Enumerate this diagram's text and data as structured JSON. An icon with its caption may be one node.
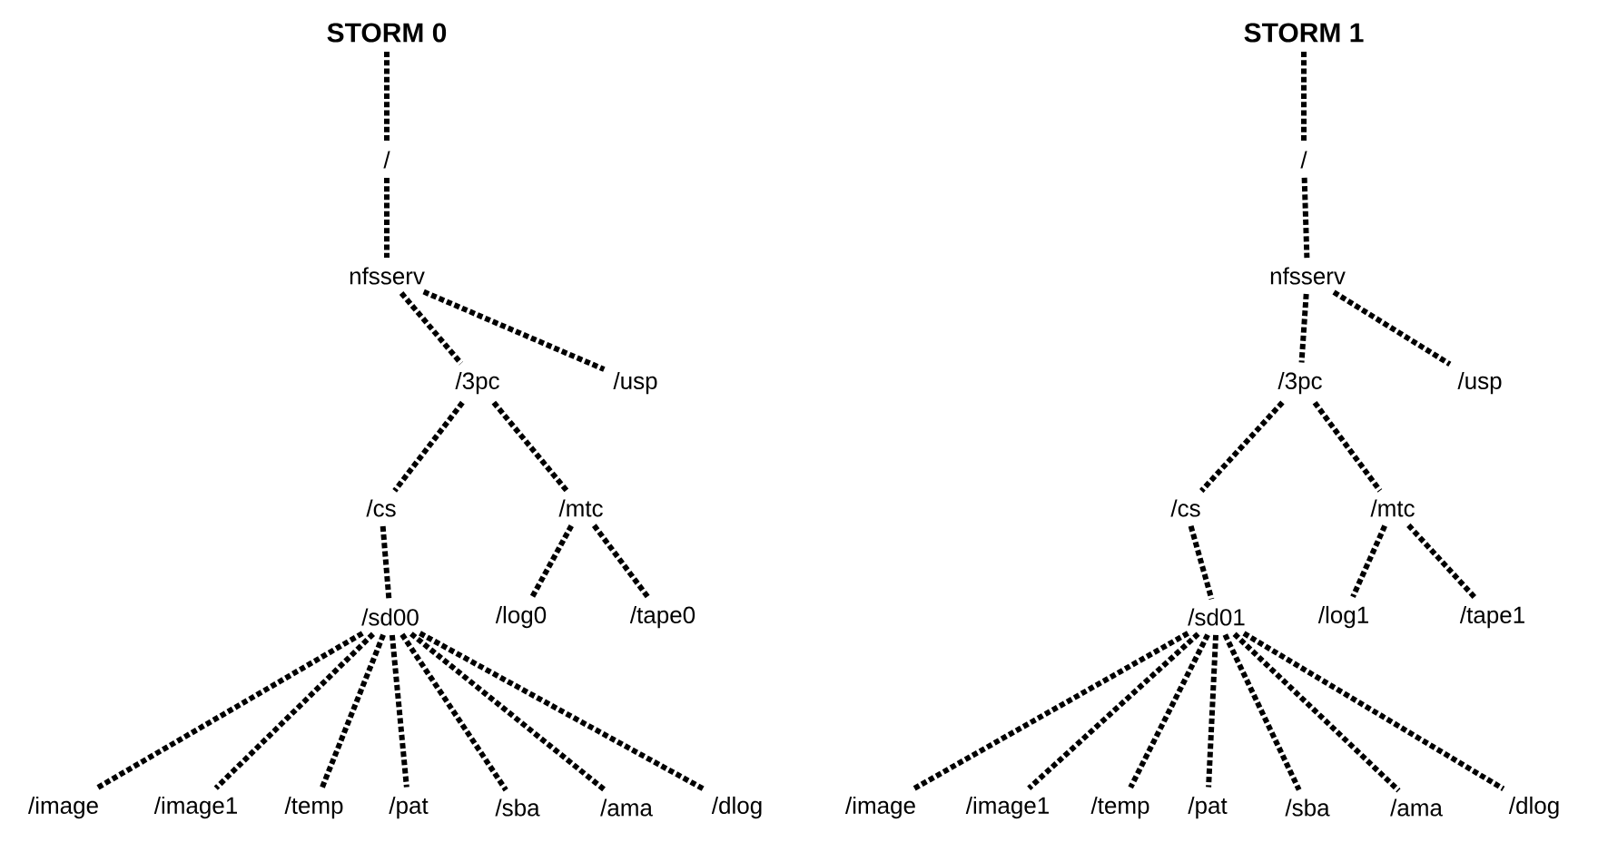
{
  "diagram": {
    "nodes": [
      {
        "text": [
          "STORM 0"
        ]
      },
      {
        "text": [
          "/"
        ]
      },
      {
        "text": [
          "nfsserv"
        ]
      },
      {
        "text": [
          "/3pc"
        ]
      },
      {
        "text": [
          "/usp"
        ]
      },
      {
        "text": [
          "/cs"
        ]
      },
      {
        "text": [
          "/mtc"
        ]
      },
      {
        "text": [
          "/sd00"
        ]
      },
      {
        "text": [
          "/log0"
        ]
      },
      {
        "text": [
          "/tape0"
        ]
      },
      {
        "text": [
          "/image"
        ]
      },
      {
        "text": [
          "/image1"
        ]
      },
      {
        "text": [
          "/temp"
        ]
      },
      {
        "text": [
          "/pat"
        ]
      },
      {
        "text": [
          "/sba"
        ]
      },
      {
        "text": [
          "/ama"
        ]
      },
      {
        "text": [
          "/dlog"
        ]
      },
      {
        "text": [
          "STORM 1"
        ]
      },
      {
        "text": [
          "/"
        ]
      },
      {
        "text": [
          "nfsserv"
        ]
      },
      {
        "text": [
          "/3pc"
        ]
      },
      {
        "text": [
          "/usp"
        ]
      },
      {
        "text": [
          "/cs"
        ]
      },
      {
        "text": [
          "/mtc"
        ]
      },
      {
        "text": [
          "/sd01"
        ]
      },
      {
        "text": [
          "/log1"
        ]
      },
      {
        "text": [
          "/tape1"
        ]
      },
      {
        "text": [
          "/image"
        ]
      },
      {
        "text": [
          "/image1"
        ]
      },
      {
        "text": [
          "/temp"
        ]
      },
      {
        "text": [
          "/pat"
        ]
      },
      {
        "text": [
          "/sba"
        ]
      },
      {
        "text": [
          "/ama"
        ]
      },
      {
        "text": [
          "/dlog"
        ]
      }
    ],
    "edges": [
      {
        "from": 0,
        "to": 1,
        "arrow": "none"
      },
      {
        "from": 1,
        "to": 2,
        "arrow": "none"
      },
      {
        "from": 2,
        "to": 3,
        "arrow": "none"
      },
      {
        "from": 2,
        "to": 4,
        "arrow": "none"
      },
      {
        "from": 3,
        "to": 5,
        "arrow": "none"
      },
      {
        "from": 3,
        "to": 6,
        "arrow": "none"
      },
      {
        "from": 5,
        "to": 7,
        "arrow": "none"
      },
      {
        "from": 6,
        "to": 8,
        "arrow": "none"
      },
      {
        "from": 6,
        "to": 9,
        "arrow": "none"
      },
      {
        "from": 7,
        "to": 10,
        "arrow": "none"
      },
      {
        "from": 7,
        "to": 11,
        "arrow": "none"
      },
      {
        "from": 7,
        "to": 12,
        "arrow": "none"
      },
      {
        "from": 7,
        "to": 13,
        "arrow": "none"
      },
      {
        "from": 7,
        "to": 14,
        "arrow": "none"
      },
      {
        "from": 7,
        "to": 15,
        "arrow": "none"
      },
      {
        "from": 7,
        "to": 16,
        "arrow": "none"
      },
      {
        "from": 17,
        "to": 18,
        "arrow": "none"
      },
      {
        "from": 18,
        "to": 19,
        "arrow": "none"
      },
      {
        "from": 19,
        "to": 20,
        "arrow": "none"
      },
      {
        "from": 19,
        "to": 21,
        "arrow": "none"
      },
      {
        "from": 20,
        "to": 22,
        "arrow": "none"
      },
      {
        "from": 20,
        "to": 23,
        "arrow": "none"
      },
      {
        "from": 22,
        "to": 24,
        "arrow": "none"
      },
      {
        "from": 23,
        "to": 25,
        "arrow": "none"
      },
      {
        "from": 23,
        "to": 26,
        "arrow": "none"
      },
      {
        "from": 24,
        "to": 27,
        "arrow": "none"
      },
      {
        "from": 24,
        "to": 28,
        "arrow": "none"
      },
      {
        "from": 24,
        "to": 29,
        "arrow": "none"
      },
      {
        "from": 24,
        "to": 30,
        "arrow": "none"
      },
      {
        "from": 24,
        "to": 31,
        "arrow": "none"
      },
      {
        "from": 24,
        "to": 32,
        "arrow": "none"
      },
      {
        "from": 24,
        "to": 33,
        "arrow": "none"
      }
    ]
  }
}
